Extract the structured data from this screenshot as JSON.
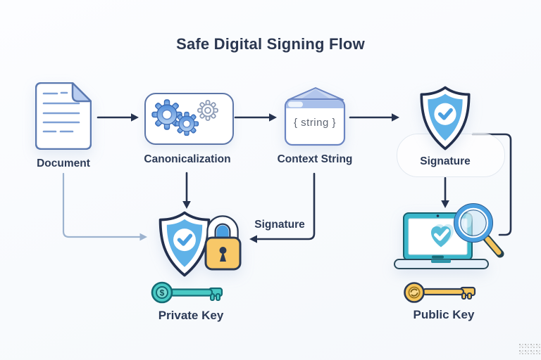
{
  "title": "Safe Digital Signing Flow",
  "nodes": {
    "document": {
      "label": "Document"
    },
    "canonicalization": {
      "label": "Canonicalization"
    },
    "context_string": {
      "label": "Context String",
      "value": "{ string }"
    },
    "signature": {
      "label": "Signature"
    },
    "private_key": {
      "label": "Private Key",
      "key_glyph": "$"
    },
    "public_key": {
      "label": "Public Key"
    }
  },
  "edges": {
    "context_to_private_label": "Signature"
  },
  "icons": [
    "document-icon",
    "gears-icon",
    "context-string-icon",
    "shield-check-icon",
    "shield-lock-icon",
    "private-key-icon",
    "laptop-verify-icon",
    "magnifier-icon",
    "public-key-icon"
  ],
  "colors": {
    "background": "#fafbfd",
    "title_text": "#2b3750",
    "label_text": "#2c3a56",
    "arrow_dark": "#26334f",
    "arrow_light": "#9db3cf",
    "shield_fill": "#5fb2e8",
    "shield_outline": "#23304e",
    "check_blue": "#4a9fe0",
    "lock_body": "#f8c868",
    "lock_hole": "#4a9fe0",
    "private_key_fill": "#49c9c4",
    "public_key_fill": "#f6c65c",
    "box_border": "#5d76a8",
    "context_header": "#a9c0ea",
    "context_roof": "#ccd9f1",
    "doc_line": "#7d9fd4",
    "laptop_teal": "#3ab6ca",
    "magnifier_rim": "#4a9fe0",
    "magnifier_handle": "#f2c35e",
    "screen_heart": "#56bcd8"
  }
}
